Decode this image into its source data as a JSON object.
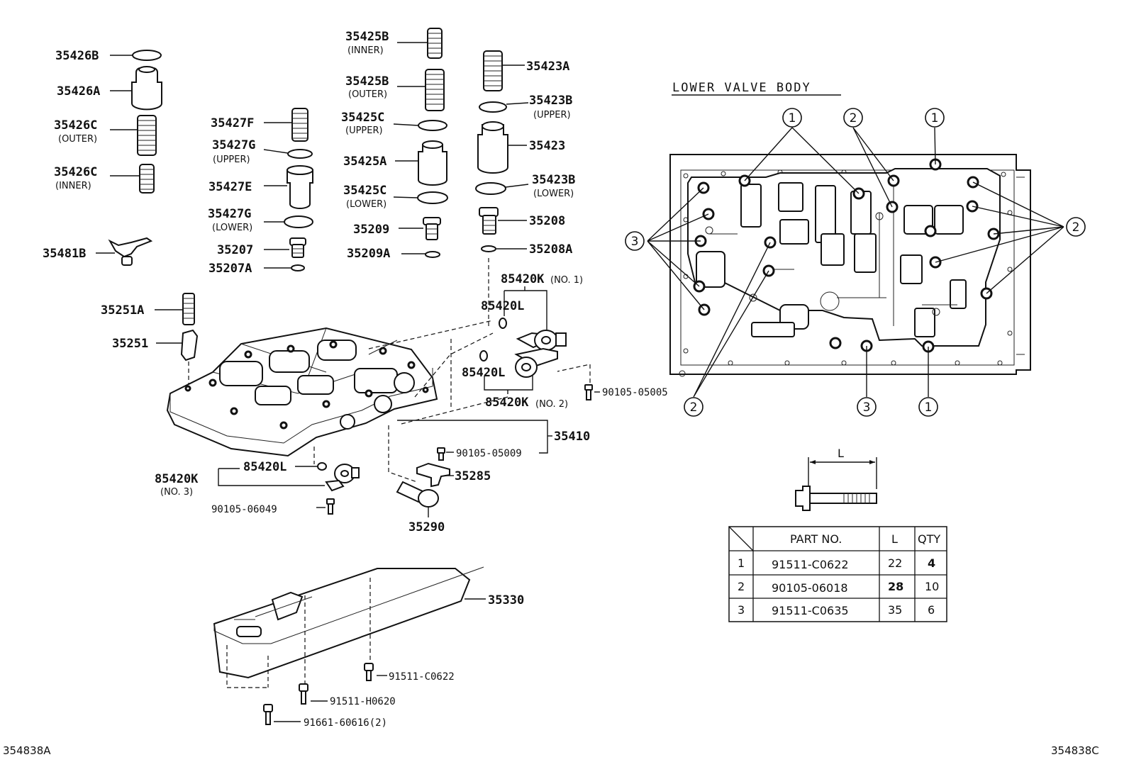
{
  "title": "LOWER VALVE BODY",
  "footer_left": "354838A",
  "footer_right": "354838C",
  "parts": {
    "p35426B": "35426B",
    "p35426A": "35426A",
    "p35426C_outer": "35426C",
    "p35426C_outer_sub": "(OUTER)",
    "p35426C_inner": "35426C",
    "p35426C_inner_sub": "(INNER)",
    "p35427F": "35427F",
    "p35427G_upper": "35427G",
    "p35427G_upper_sub": "(UPPER)",
    "p35427E": "35427E",
    "p35427G_lower": "35427G",
    "p35427G_lower_sub": "(LOWER)",
    "p35207": "35207",
    "p35207A": "35207A",
    "p35481B": "35481B",
    "p35425B_inner": "35425B",
    "p35425B_inner_sub": "(INNER)",
    "p35425B_outer": "35425B",
    "p35425B_outer_sub": "(OUTER)",
    "p35425C_upper": "35425C",
    "p35425C_upper_sub": "(UPPER)",
    "p35425A": "35425A",
    "p35425C_lower": "35425C",
    "p35425C_lower_sub": "(LOWER)",
    "p35209": "35209",
    "p35209A": "35209A",
    "p35423A": "35423A",
    "p35423B_upper": "35423B",
    "p35423B_upper_sub": "(UPPER)",
    "p35423": "35423",
    "p35423B_lower": "35423B",
    "p35423B_lower_sub": "(LOWER)",
    "p35208": "35208",
    "p35208A": "35208A",
    "p85420K_no1": "85420K",
    "p85420K_no1_sub": "(NO. 1)",
    "p85420L_a": "85420L",
    "p85420L_b": "85420L",
    "p85420K_no2": "85420K",
    "p85420K_no2_sub": "(NO. 2)",
    "p90105_05005": "90105-05005",
    "p35251A": "35251A",
    "p35251": "35251",
    "p35410": "35410",
    "p90105_05009": "90105-05009",
    "p35285": "35285",
    "p85420L_c": "85420L",
    "p85420K_no3": "85420K",
    "p85420K_no3_sub": "(NO. 3)",
    "p90105_06049": "90105-06049",
    "p35290": "35290",
    "p35330": "35330",
    "p91511_C0622": "91511-C0622",
    "p91511_H0620": "91511-H0620",
    "p91661_60616": "91661-60616(2)"
  },
  "dimension_label": "L",
  "callouts": {
    "c1": "1",
    "c2": "2",
    "c3": "3"
  },
  "bolt_table": {
    "headers": [
      "PART NO.",
      "L",
      "QTY"
    ],
    "rows": [
      {
        "index": "1",
        "part_no": "91511-C0622",
        "l": "22",
        "qty": "4"
      },
      {
        "index": "2",
        "part_no": "90105-06018",
        "l": "28",
        "qty": "10"
      },
      {
        "index": "3",
        "part_no": "91511-C0635",
        "l": "35",
        "qty": "6"
      }
    ]
  }
}
